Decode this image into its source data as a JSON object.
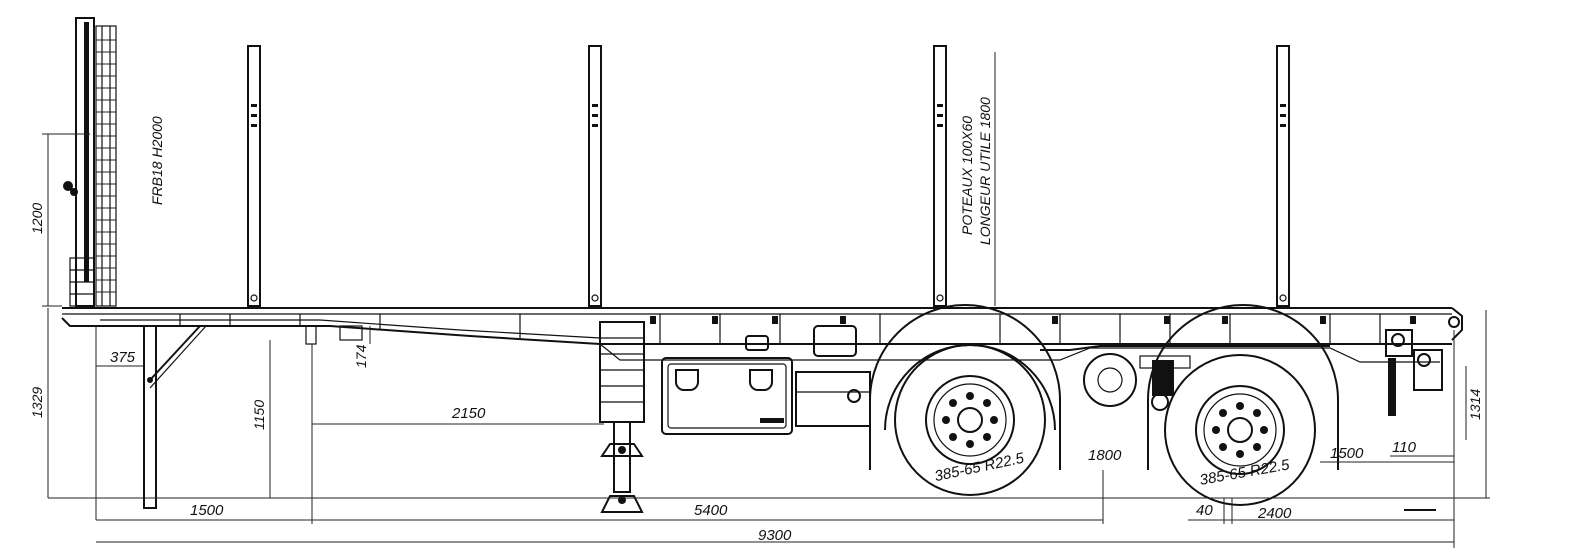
{
  "labels": {
    "front_rack": "FRB18 H2000",
    "post_line1": "POTEAUX 100X60",
    "post_line2": "LONGEUR UTILE 1800",
    "tire_front": "385-65 R22.5",
    "tire_rear": "385-65 R22.5"
  },
  "dimensions": {
    "rack_height": "1200",
    "deck_height": "1329",
    "front_overhang": "375",
    "kingpin_height": "1150",
    "small_dim": "174",
    "kingpin_to_leg": "2150",
    "front_to_kingpin": "1500",
    "kingpin_to_axle": "5400",
    "axle_spacing": "1800",
    "offset_40": "40",
    "rear_overhang": "2400",
    "rear_1500": "1500",
    "rear_110": "110",
    "rear_height": "1314",
    "overall_length": "9300"
  }
}
